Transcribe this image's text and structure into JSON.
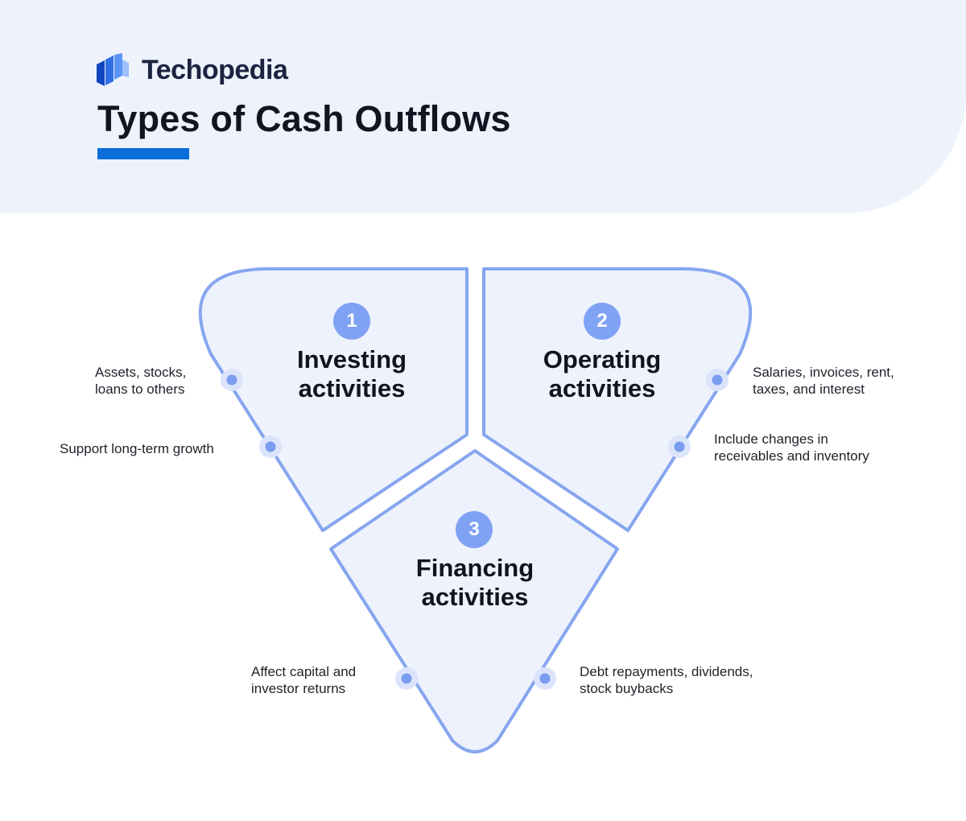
{
  "brand": {
    "name": "Techopedia",
    "logo_icon": "techopedia-logo-icon",
    "accent_color": "#0b6ed8"
  },
  "page": {
    "title": "Types of Cash Outflows"
  },
  "colors": {
    "header_bg": "#eef2fb",
    "segment_fill": "#eef2fc",
    "segment_stroke": "#86a6f0",
    "badge": "#7fa2f5"
  },
  "segments": [
    {
      "number": "1",
      "title": "Investing activities",
      "notes": [
        "Assets, stocks, loans to others",
        "Support long-term growth"
      ]
    },
    {
      "number": "2",
      "title": "Operating activities",
      "notes": [
        "Salaries, invoices, rent, taxes, and interest",
        "Include changes in receivables and inventory"
      ]
    },
    {
      "number": "3",
      "title": "Financing activities",
      "notes": [
        "Affect capital and investor returns",
        "Debt repayments, dividends, stock buybacks"
      ]
    }
  ]
}
